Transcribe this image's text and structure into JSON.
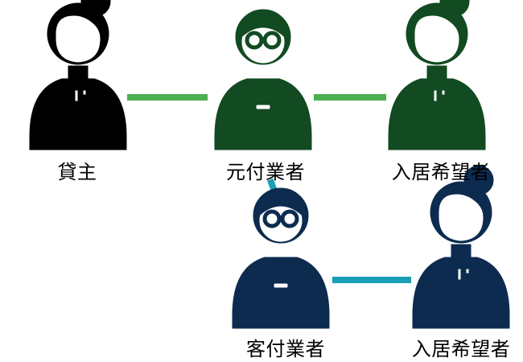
{
  "colors": {
    "black": "#000000",
    "green_dark": "#124a21",
    "navy": "#0c2b4f",
    "connector_green": "#4caf50",
    "connector_teal": "#1a9fb6",
    "white": "#ffffff"
  },
  "nodes": {
    "landlord": {
      "label": "貸主",
      "icon": "person-bun-icon",
      "color": "#000000"
    },
    "origin_agent": {
      "label": "元付業者",
      "icon": "person-glasses-icon",
      "color": "#124a21"
    },
    "applicant_top": {
      "label": "入居希望者",
      "icon": "person-bun-icon",
      "color": "#124a21"
    },
    "client_agent": {
      "label": "客付業者",
      "icon": "person-glasses-icon",
      "color": "#0c2b4f"
    },
    "applicant_bottom": {
      "label": "入居希望者",
      "icon": "person-bun-icon",
      "color": "#0c2b4f"
    }
  }
}
